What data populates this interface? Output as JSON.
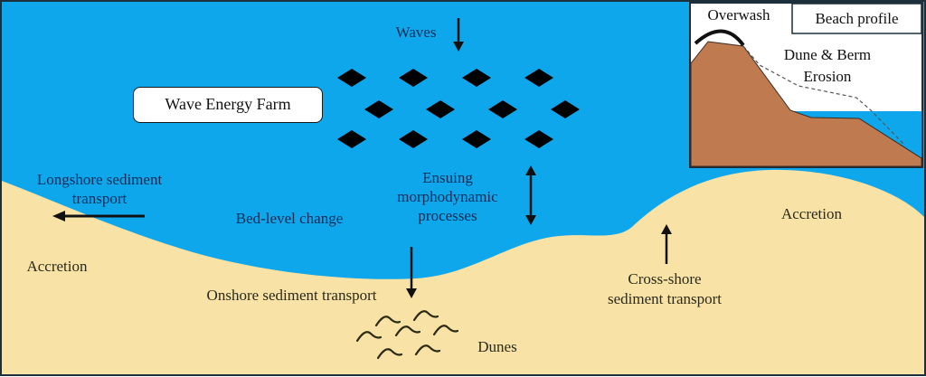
{
  "colors": {
    "sea": "#0fa7ec",
    "sand": "#f8e2a6",
    "dune_profile": "#bf7a50",
    "ink": "#111111",
    "sea_text": "#0b2a55",
    "frame": "#1c2f3a"
  },
  "labels": {
    "waves": "Waves",
    "wave_energy_farm": "Wave Energy Farm",
    "ensuing_line1": "Ensuing",
    "ensuing_line2": "morphodynamic",
    "ensuing_line3": "processes",
    "longshore_line1": "Longshore sediment",
    "longshore_line2": "transport",
    "bed_level_change": "Bed-level change",
    "accretion_left": "Accretion",
    "accretion_right": "Accretion",
    "onshore": "Onshore sediment transport",
    "cross_shore_line1": "Cross-shore",
    "cross_shore_line2": "sediment transport",
    "dunes": "Dunes"
  },
  "inset": {
    "title": "Beach profile",
    "overwash": "Overwash",
    "erosion_line1": "Dune & Berm",
    "erosion_line2": "Erosion"
  },
  "wave_energy_devices": {
    "rows": 3,
    "count": 12
  }
}
